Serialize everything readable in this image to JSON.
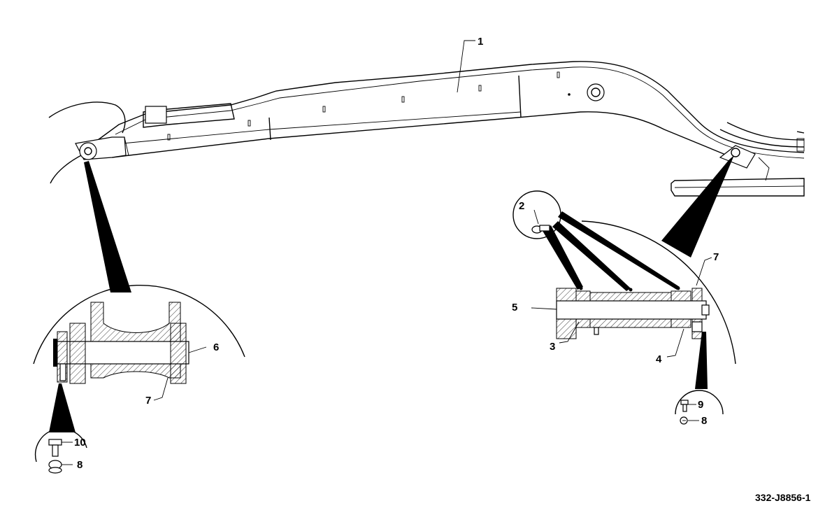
{
  "figure_ref": "332-J8856-1",
  "callouts": {
    "c1": "1",
    "c2": "2",
    "c3": "3",
    "c4": "4",
    "c5": "5",
    "c6": "6",
    "c7_left": "7",
    "c7_right": "7",
    "c8_left": "8",
    "c8_right": "8",
    "c9": "9",
    "c10": "10"
  },
  "colors": {
    "line": "#000000",
    "background": "#ffffff"
  }
}
